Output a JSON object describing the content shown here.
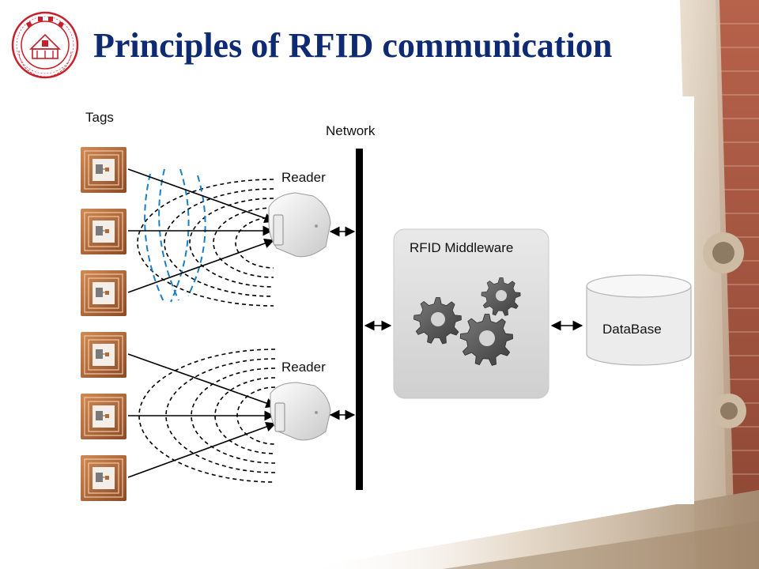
{
  "slide": {
    "title": "Principles of RFID communication"
  },
  "diagram": {
    "tags_label": "Tags",
    "network_label": "Network",
    "reader_labels": [
      "Reader",
      "Reader"
    ],
    "middleware_label": "RFID Middleware",
    "database_label": "DataBase"
  },
  "colors": {
    "title": "#0d2a73",
    "logo": "#c8202a",
    "wave_dashes": "#1a7fc4",
    "middleware_box": "#d9d9d9",
    "gears": "#555555",
    "tag_copper": "#b5683a"
  },
  "icons": {
    "logo": "university-seal-icon",
    "reader": "rfid-reader-icon",
    "tag": "rfid-tag-icon",
    "gears": "gears-icon",
    "database": "database-cylinder-icon"
  }
}
